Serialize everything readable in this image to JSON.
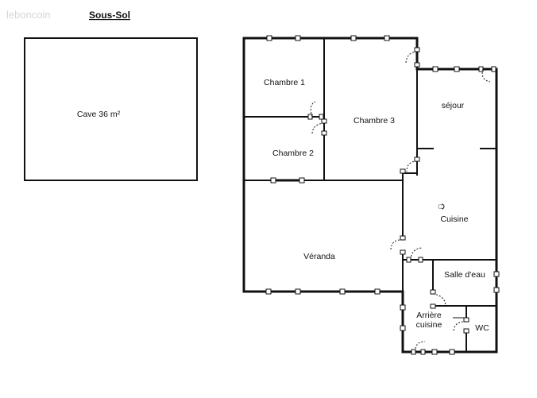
{
  "header": {
    "watermark": "leboncoin",
    "title": "Sous-Sol"
  },
  "rooms": {
    "cave": "Cave 36 m²",
    "chambre1": "Chambre 1",
    "chambre2": "Chambre 2",
    "chambre3": "Chambre 3",
    "sejour": "séjour",
    "cuisine": "Cuisine",
    "veranda": "Véranda",
    "salle_deau": "Salle d'eau",
    "arriere_cuisine_line1": "Arrière",
    "arriere_cuisine_line2": "cuisine",
    "wc": "WC"
  },
  "marks": {
    "cuisine_symbol": "C"
  }
}
